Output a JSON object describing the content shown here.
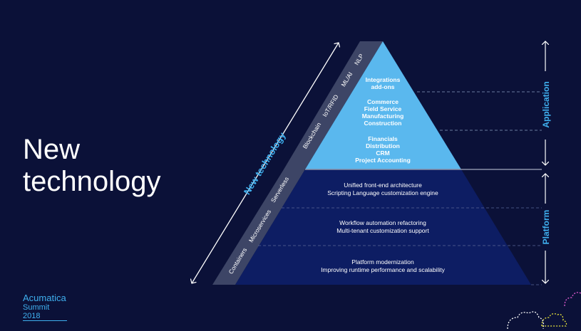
{
  "headline": {
    "line1": "New",
    "line2": "technology"
  },
  "branding": {
    "name": "Acumatica",
    "event": "Summit 2018"
  },
  "diagonal_arrow": {
    "label": "New technology"
  },
  "side_strip": {
    "upper": [
      "Blockchain",
      "IoT/RFID",
      "ML/AI",
      "NLP"
    ],
    "lower": [
      "Containers",
      "Microservices",
      "Serverless"
    ]
  },
  "application_tiers": [
    {
      "lines": [
        "Integrations",
        "add-ons"
      ]
    },
    {
      "lines": [
        "Commerce",
        "Field Service",
        "Manufacturing",
        "Construction"
      ]
    },
    {
      "lines": [
        "Financials",
        "Distribution",
        "CRM",
        "Project Accounting"
      ]
    }
  ],
  "platform_tiers": [
    {
      "lines": [
        "Unified front-end architecture",
        "Scripting Language customization engine"
      ]
    },
    {
      "lines": [
        "Workflow automation refactoring",
        "Multi-tenant customization support"
      ]
    },
    {
      "lines": [
        "Platform modernization",
        "Improving runtime performance and scalability"
      ]
    }
  ],
  "right_labels": {
    "application": "Application",
    "platform": "Platform"
  },
  "colors": {
    "background": "#0b1138",
    "application_fill": "#5ab8ee",
    "platform_fill": "#0d1d63",
    "side_strip": "#3d4566",
    "accent": "#3fb0ef"
  }
}
